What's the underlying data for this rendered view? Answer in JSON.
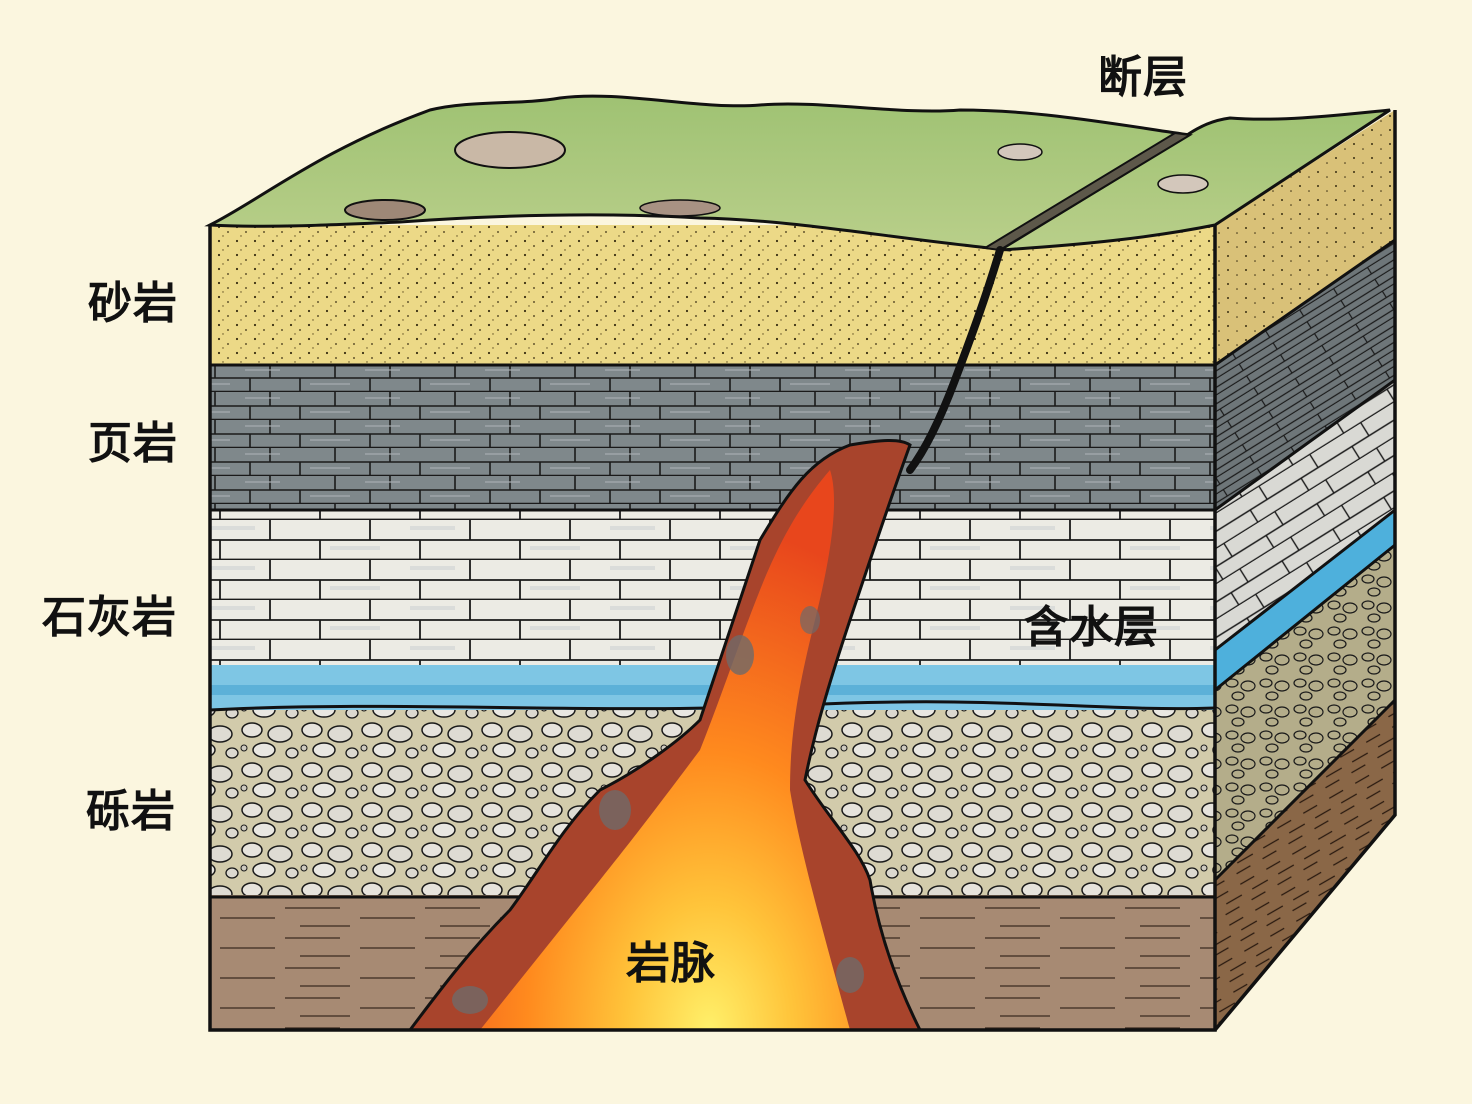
{
  "diagram": {
    "type": "geological block cross-section",
    "labels": {
      "fault": "断层",
      "sandstone": "砂岩",
      "shale": "页岩",
      "limestone": "石灰岩",
      "aquifer": "含水层",
      "conglomerate": "砾岩",
      "dike": "岩脉"
    },
    "layers": [
      {
        "name": "grass-surface",
        "color": "#a9c77a"
      },
      {
        "name": "sandstone",
        "label": "砂岩",
        "color": "#ecd987"
      },
      {
        "name": "shale",
        "label": "页岩",
        "color": "#7e878a"
      },
      {
        "name": "limestone",
        "label": "石灰岩",
        "color": "#eceae2"
      },
      {
        "name": "aquifer",
        "label": "含水层",
        "color": "#6fbfe0"
      },
      {
        "name": "conglomerate",
        "label": "砾岩",
        "color": "#c9c2a4"
      },
      {
        "name": "bedrock",
        "color": "#a98a72"
      }
    ],
    "colors": {
      "background": "#fbf6df",
      "outline": "#111111",
      "magma_core": "#ffd84a",
      "magma_mid": "#ff8a1e",
      "magma_crust": "#a8442c"
    }
  }
}
